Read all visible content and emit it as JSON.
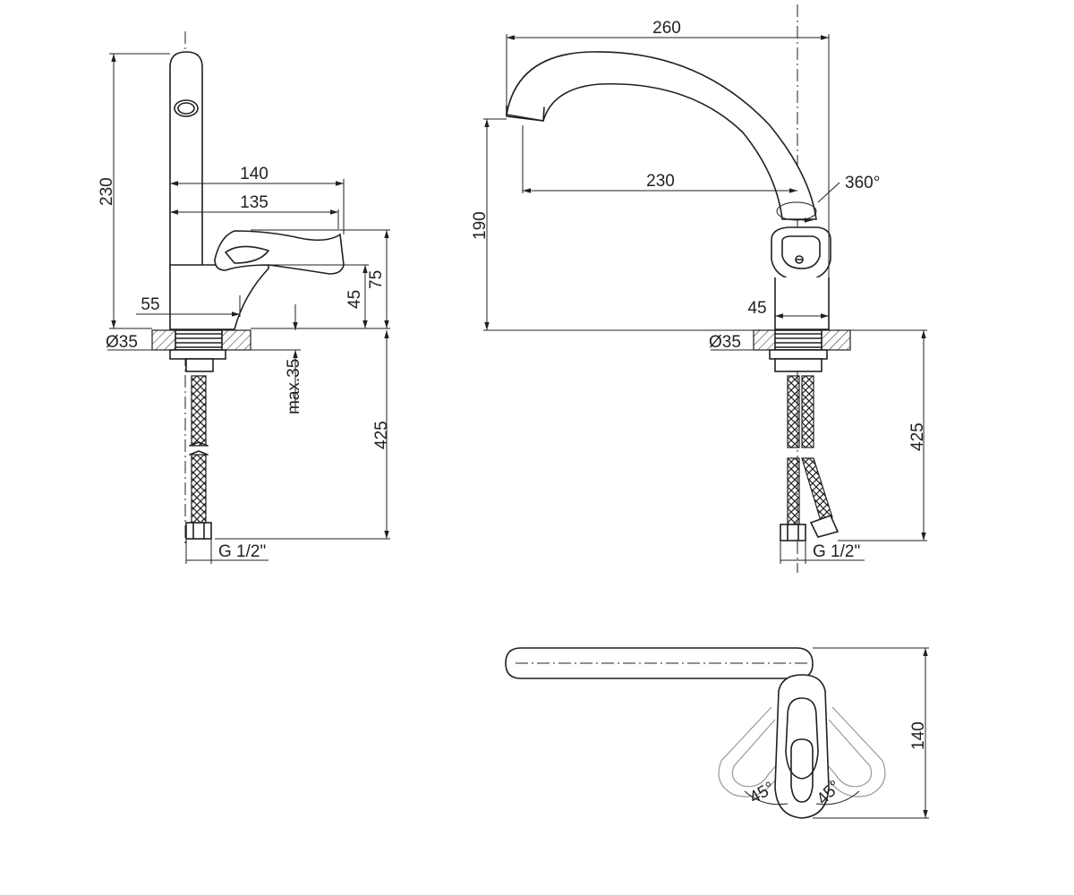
{
  "side_view": {
    "height_label": "230",
    "reach_outer_label": "140",
    "reach_handle_label": "135",
    "body_offset_label": "55",
    "lever_height_label": "45",
    "lever_top_label": "75",
    "base_diameter_label": "Ø35",
    "counter_thickness_label": "max.35",
    "hose_length_label": "425",
    "thread_label": "G 1/2\""
  },
  "front_view": {
    "spout_reach_label": "260",
    "spout_inner_label": "230",
    "spout_height_label": "190",
    "rotation_label": "360°",
    "body_width_label": "45",
    "base_diameter_label": "Ø35",
    "hose_length_label": "425",
    "thread_label": "G 1/2\""
  },
  "top_view": {
    "depth_label": "140",
    "lever_angle_left_label": "45°",
    "lever_angle_right_label": "45°"
  }
}
